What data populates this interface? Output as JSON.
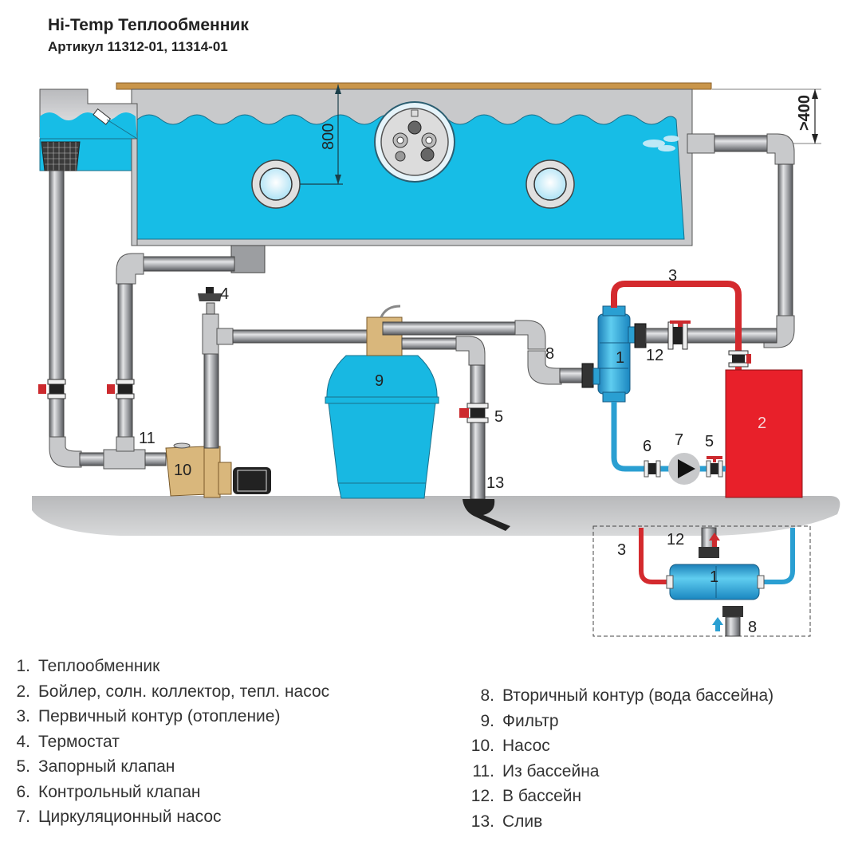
{
  "header": {
    "title": "Hi-Temp Теплообменник",
    "subtitle": "Артикул 11312-01, 11314-01"
  },
  "colors": {
    "water": "#17bde6",
    "pipe_gray": "#9a9ca0",
    "fitting_gray": "#c8c9cb",
    "hot_circuit": "#d42a2e",
    "cold_circuit": "#2a9fd2",
    "boiler": "#e8202a",
    "wood": "#c9954a",
    "filter": "#18b8e2",
    "pump_body": "#d9b77c",
    "ground": "#c0c1c3"
  },
  "dimensions": {
    "depth_label": "800",
    "inlet_height_label": ">400"
  },
  "callouts": {
    "c1": "1",
    "c2": "2",
    "c3": "3",
    "c4": "4",
    "c5a": "5",
    "c5b": "5",
    "c6": "6",
    "c7": "7",
    "c8": "8",
    "c9": "9",
    "c10": "10",
    "c11": "11",
    "c12": "12",
    "c13": "13"
  },
  "inset": {
    "c1": "1",
    "c3": "3",
    "c8": "8",
    "c12": "12"
  },
  "legend": {
    "left": [
      {
        "num": "1.",
        "text": "Теплообменник"
      },
      {
        "num": "2.",
        "text": "Бойлер, солн. коллектор, тепл. насос"
      },
      {
        "num": "3.",
        "text": "Первичный контур (отопление)"
      },
      {
        "num": "4.",
        "text": "Термостат"
      },
      {
        "num": "5.",
        "text": "Запорный клапан"
      },
      {
        "num": "6.",
        "text": "Контрольный клапан"
      },
      {
        "num": "7.",
        "text": "Циркуляционный насос"
      }
    ],
    "right": [
      {
        "num": "8.",
        "text": "Вторичный контур (вода  бассейна)"
      },
      {
        "num": "9.",
        "text": "Фильтр"
      },
      {
        "num": "10.",
        "text": "Насос"
      },
      {
        "num": "11.",
        "text": "Из бассейна"
      },
      {
        "num": "12.",
        "text": "В бассейн"
      },
      {
        "num": "13.",
        "text": "Слив"
      }
    ]
  }
}
